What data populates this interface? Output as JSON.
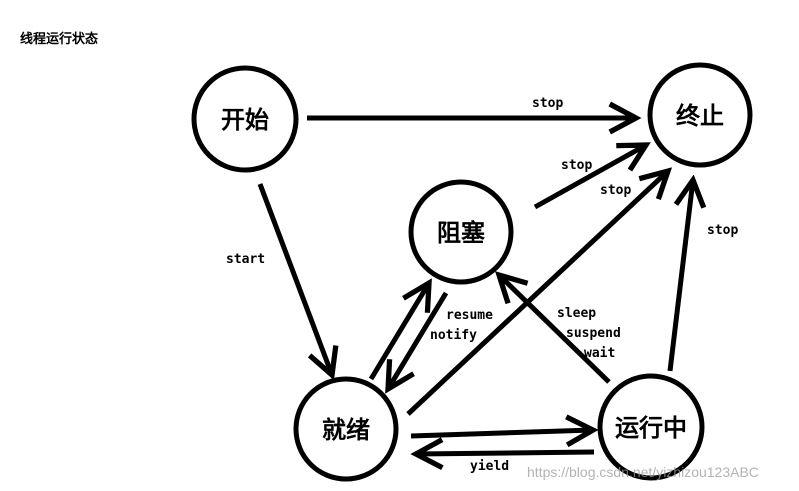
{
  "title": "线程运行状态",
  "nodes": {
    "start": "开始",
    "terminate": "终止",
    "blocked": "阻塞",
    "ready": "就绪",
    "running": "运行中"
  },
  "edges": {
    "start_to_terminate": "stop",
    "blocked_to_terminate": "stop",
    "ready_to_terminate": "stop",
    "running_to_terminate": "stop",
    "start_to_ready": "start",
    "blocked_to_ready_1": "resume",
    "blocked_to_ready_2": "notify",
    "running_to_blocked_1": "sleep",
    "running_to_blocked_2": "suspend",
    "running_to_blocked_3": "wait",
    "running_to_ready": "yield"
  },
  "watermark": "https://blog.csdn.net/yizhizou123ABC"
}
